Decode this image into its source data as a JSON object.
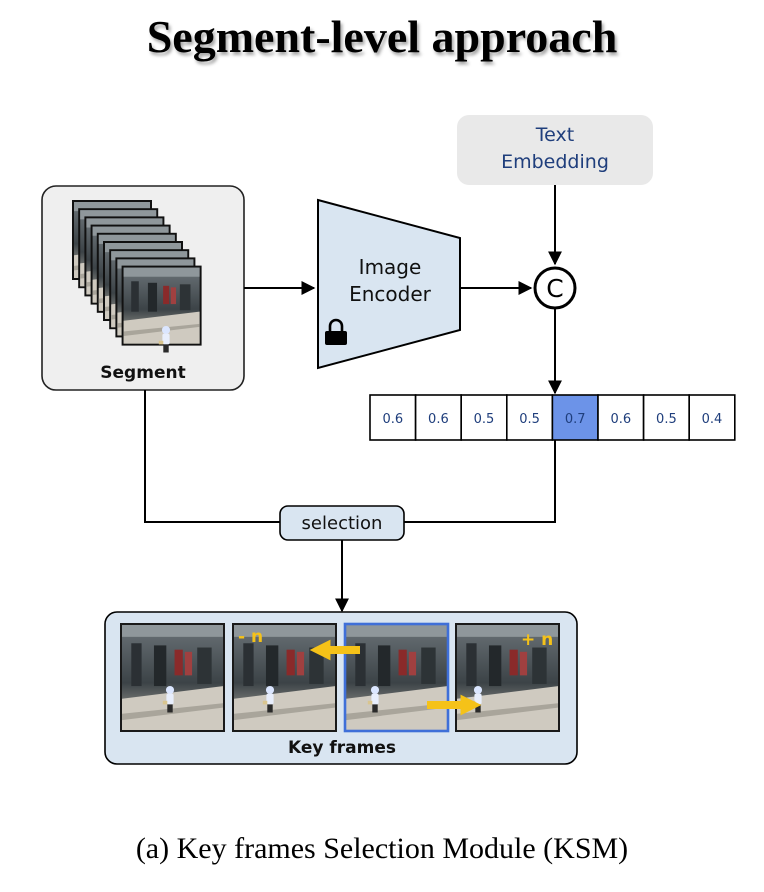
{
  "title": "Segment-level approach",
  "caption": "(a) Key frames Selection Module (KSM)",
  "nodes": {
    "text_embedding": [
      "Text",
      "Embedding"
    ],
    "image_encoder": [
      "Image",
      "Encoder"
    ],
    "segment": "Segment",
    "concat_symbol": "C",
    "selection": "selection",
    "key_frames": "Key frames"
  },
  "scores": [
    "0.6",
    "0.6",
    "0.5",
    "0.5",
    "0.7",
    "0.6",
    "0.5",
    "0.4"
  ],
  "highlighted_score_index": 4,
  "key_frame_labels": {
    "minus": "- n",
    "plus": "+ n"
  },
  "colors": {
    "box_fill": "#d9e5f1",
    "text_embedding_fill": "#e9e9e9",
    "segment_fill": "#efefef",
    "highlight": "#6c93e8",
    "label_blue": "#1f3e7c",
    "arrow_yellow": "#f5c218",
    "frame_border": "#3f6fd8"
  },
  "icons": [
    "lock-icon",
    "video-frame-stack",
    "concat-icon"
  ]
}
